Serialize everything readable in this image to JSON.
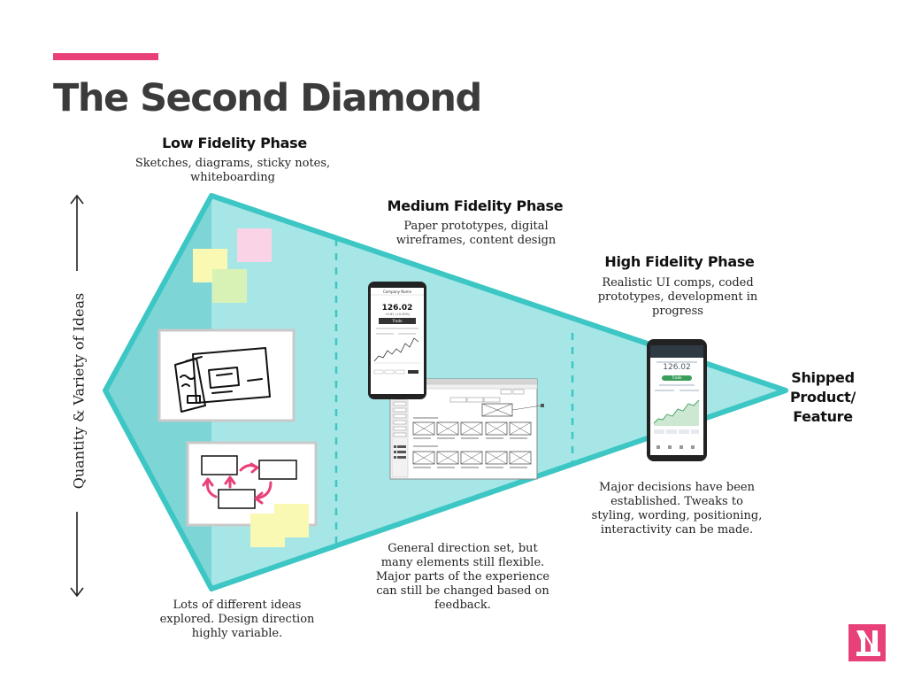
{
  "title": "The Second Diamond",
  "axis_label": "Quantity & Variety of Ideas",
  "phases": [
    {
      "title": "Low Fidelity Phase",
      "description": "Sketches, diagrams, sticky notes, whiteboarding",
      "note": "Lots of different ideas explored. Design direction highly variable."
    },
    {
      "title": "Medium Fidelity Phase",
      "description": "Paper prototypes, digital wireframes, content design",
      "note": "General direction set, but many elements still flexible. Major parts of the experience can still be changed based on feedback."
    },
    {
      "title": "High Fidelity Phase",
      "description": "Realistic UI comps, coded prototypes, development in progress",
      "note": "Major decisions have been established. Tweaks to styling, wording, positioning, interactivity can be made."
    }
  ],
  "endpoint": "Shipped Product/ Feature",
  "mockups": {
    "phone_mid": {
      "header": "Company Name",
      "value": "126.02",
      "change": "+0.61 (+0.49%)",
      "button": "Trade"
    },
    "phone_high": {
      "value": "126.02",
      "button": "Trade"
    }
  },
  "colors": {
    "accent": "#e8417a",
    "teal": "#3cc6c4",
    "teal_fill": "#a6e6e6",
    "teal_dark": "#7dd5d6"
  }
}
